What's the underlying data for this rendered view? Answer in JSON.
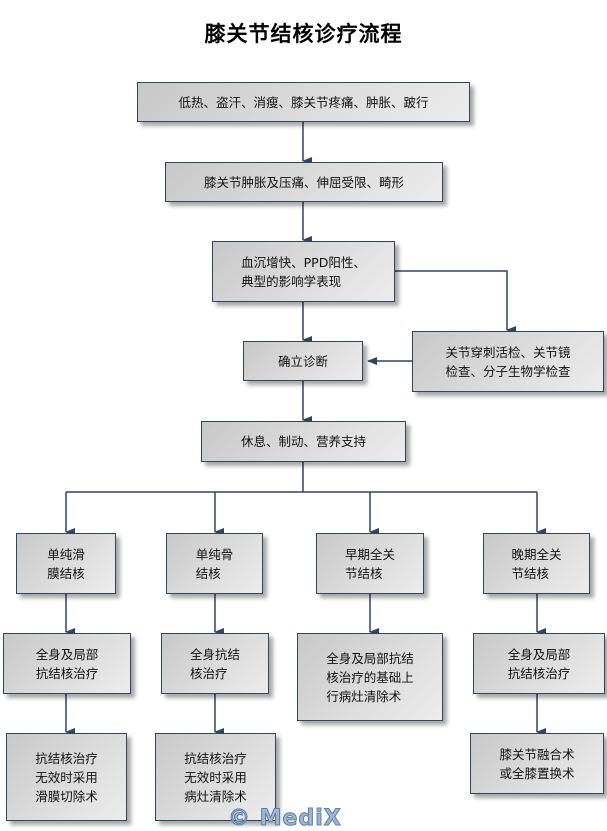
{
  "title": "膝关节结核诊疗流程",
  "nodes": {
    "symptoms": "低热、盗汗、消瘦、膝关节疼痛、肿胀、跛行",
    "signs": "膝关节肿胀及压痛、伸屈受限、畸形",
    "labs": "血沉增快、PPD阳性、\n典型的影响学表现",
    "biopsy": "关节穿刺活检、关节镜\n检查、分子生物学检查",
    "diagnosis": "确立诊断",
    "support": "休息、制动、营养支持",
    "branch1_type": "单纯滑\n膜结核",
    "branch2_type": "单纯骨\n结核",
    "branch3_type": "早期全关\n节结核",
    "branch4_type": "晚期全关\n节结核",
    "branch1_treat": "全身及局部\n抗结核治疗",
    "branch2_treat": "全身抗结\n核治疗",
    "branch3_treat": "全身及局部抗结\n核治疗的基础上\n行病灶清除术",
    "branch4_treat": "全身及局部\n抗结核治疗",
    "branch1_surgery": "抗结核治疗\n无效时采用\n滑膜切除术",
    "branch2_surgery": "抗结核治疗\n无效时采用\n病灶清除术",
    "branch4_surgery": "膝关节融合术\n或全膝置换术"
  },
  "watermark": "© MediX",
  "colors": {
    "box_border": "#2f4560",
    "connector": "#2f4560",
    "box_fill_dark": "#c8c8c8",
    "box_fill_light": "#ececec"
  }
}
